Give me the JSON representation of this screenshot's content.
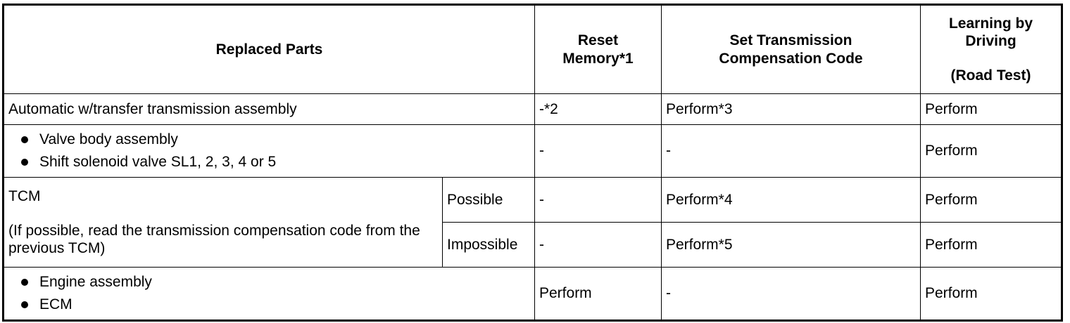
{
  "headers": {
    "replaced_parts": "Replaced Parts",
    "reset_memory": [
      "Reset",
      "Memory*1"
    ],
    "set_tcc": [
      "Set Transmission",
      "Compensation Code"
    ],
    "learning": [
      "Learning by",
      "Driving",
      "(Road Test)"
    ]
  },
  "rows": {
    "r1": {
      "part": "Automatic w/transfer transmission assembly",
      "reset": "-*2",
      "set": "Perform*3",
      "learn": "Perform"
    },
    "r2": {
      "items": [
        "Valve body assembly",
        "Shift solenoid valve SL1, 2, 3, 4 or 5"
      ],
      "reset": "-",
      "set": "-",
      "learn": "Perform"
    },
    "r3": {
      "part": "TCM",
      "note": "(If possible, read the transmission compensation code from the previous TCM)",
      "possible": {
        "label": "Possible",
        "reset": "-",
        "set": "Perform*4",
        "learn": "Perform"
      },
      "impossible": {
        "label": "Impossible",
        "reset": "-",
        "set": "Perform*5",
        "learn": "Perform"
      }
    },
    "r4": {
      "items": [
        "Engine assembly",
        "ECM"
      ],
      "reset": "Perform",
      "set": "-",
      "learn": "Perform"
    }
  }
}
